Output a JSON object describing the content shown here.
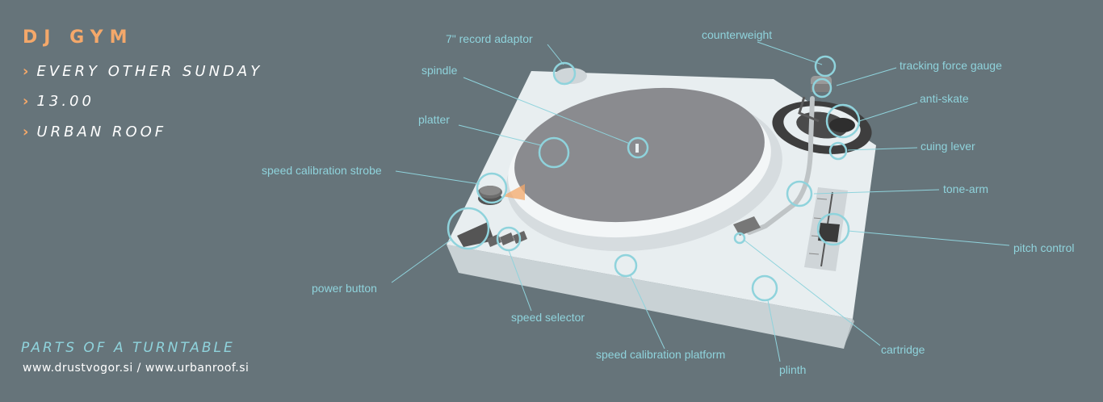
{
  "header": {
    "title": "DJ GYM",
    "details": [
      "EVERY OTHER SUNDAY",
      "13.00",
      "URBAN ROOF"
    ],
    "chevron": "›"
  },
  "footer": {
    "subtitle": "PARTS OF A TURNTABLE",
    "urls": "www.drustvogor.si / www.urbanroof.si"
  },
  "labels": {
    "record_adaptor": "7\" record adaptor",
    "spindle": "spindle",
    "platter": "platter",
    "strobe": "speed calibration strobe",
    "power_button": "power button",
    "speed_selector": "speed selector",
    "calibration_platform": "speed calibration platform",
    "plinth": "plinth",
    "cartridge": "cartridge",
    "pitch_control": "pitch control",
    "tone_arm": "tone-arm",
    "cuing_lever": "cuing lever",
    "anti_skate": "anti-skate",
    "tracking_force_gauge": "tracking force gauge",
    "counterweight": "counterweight"
  },
  "colors": {
    "background": "#66747a",
    "accent_orange": "#f4a86a",
    "accent_cyan": "#8fd3dc",
    "plinth": "#e8eef0",
    "platter": "#8a8b8f"
  }
}
